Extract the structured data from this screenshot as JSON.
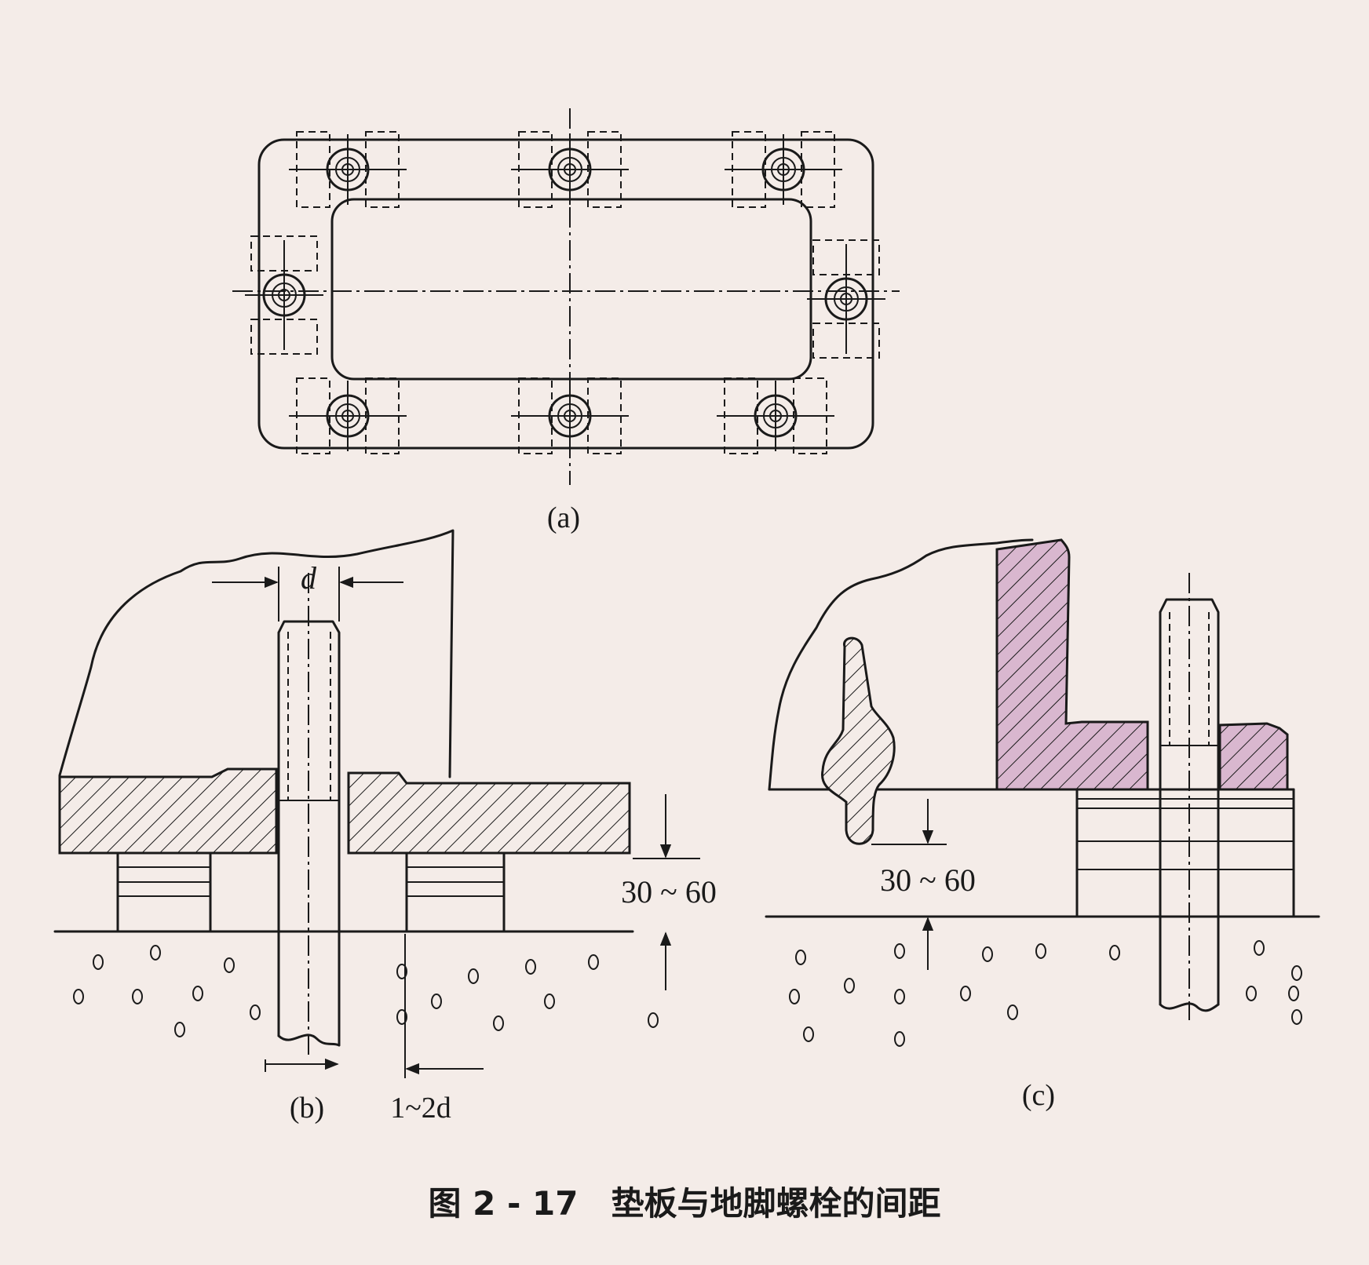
{
  "figure": {
    "caption": "图 2 - 17　垫板与地脚螺栓的间距",
    "panel_a_label": "(a)",
    "panel_b_label": "(b)",
    "panel_c_label": "(c)",
    "bolt_diameter_label": "d",
    "gap_label_b": "30 ~ 60",
    "gap_label_c": "30 ~ 60",
    "offset_label": "1~2d"
  },
  "colors": {
    "paper": "#f4ece8",
    "ink": "#1a1a1a",
    "hatch_tint": "#d9b7cf"
  }
}
